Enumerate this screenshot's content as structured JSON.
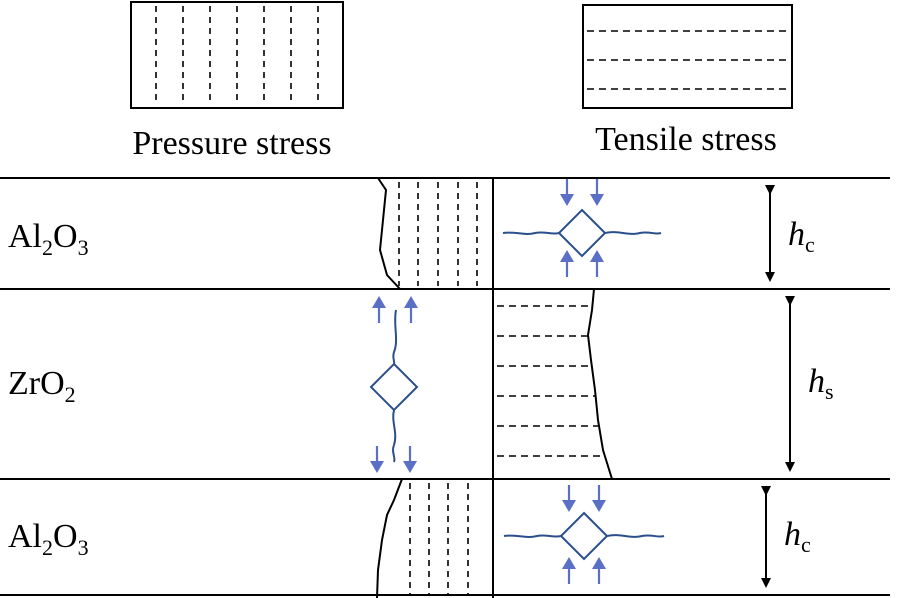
{
  "legend": {
    "pressure_label": "Pressure stress",
    "tensile_label": "Tensile stress"
  },
  "layers": {
    "top": {
      "name": "Al",
      "sub1": "2",
      "mid": "O",
      "sub2": "3"
    },
    "middle": {
      "name": "ZrO",
      "sub1": "2"
    },
    "bottom": {
      "name": "Al",
      "sub1": "2",
      "mid": "O",
      "sub2": "3"
    }
  },
  "thickness": {
    "top": {
      "symbol": "h",
      "sub": "c"
    },
    "middle": {
      "symbol": "h",
      "sub": "s"
    },
    "bottom": {
      "symbol": "h",
      "sub": "c"
    }
  },
  "colors": {
    "line": "#000000",
    "arrow_blue": "#5b6fc4",
    "crack_blue": "#2a4f8a"
  }
}
